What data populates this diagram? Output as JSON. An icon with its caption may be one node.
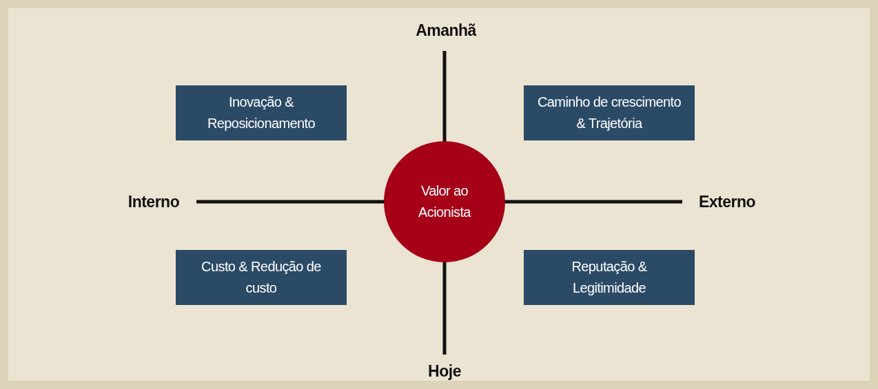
{
  "diagram": {
    "nodes": [
      {
        "text": [
          "Inovação & Reposicionamento"
        ]
      },
      {
        "text": [
          "Caminho de crescimento & Trajetória"
        ]
      },
      {
        "text": [
          "Valor ao Acionista"
        ]
      },
      {
        "text": [
          "Custo & Redução de custo"
        ]
      },
      {
        "text": [
          "Reputação & Legitimidade"
        ]
      }
    ],
    "labels": [
      "Amanhã",
      "Interno",
      "Externo",
      "Hoje"
    ]
  }
}
